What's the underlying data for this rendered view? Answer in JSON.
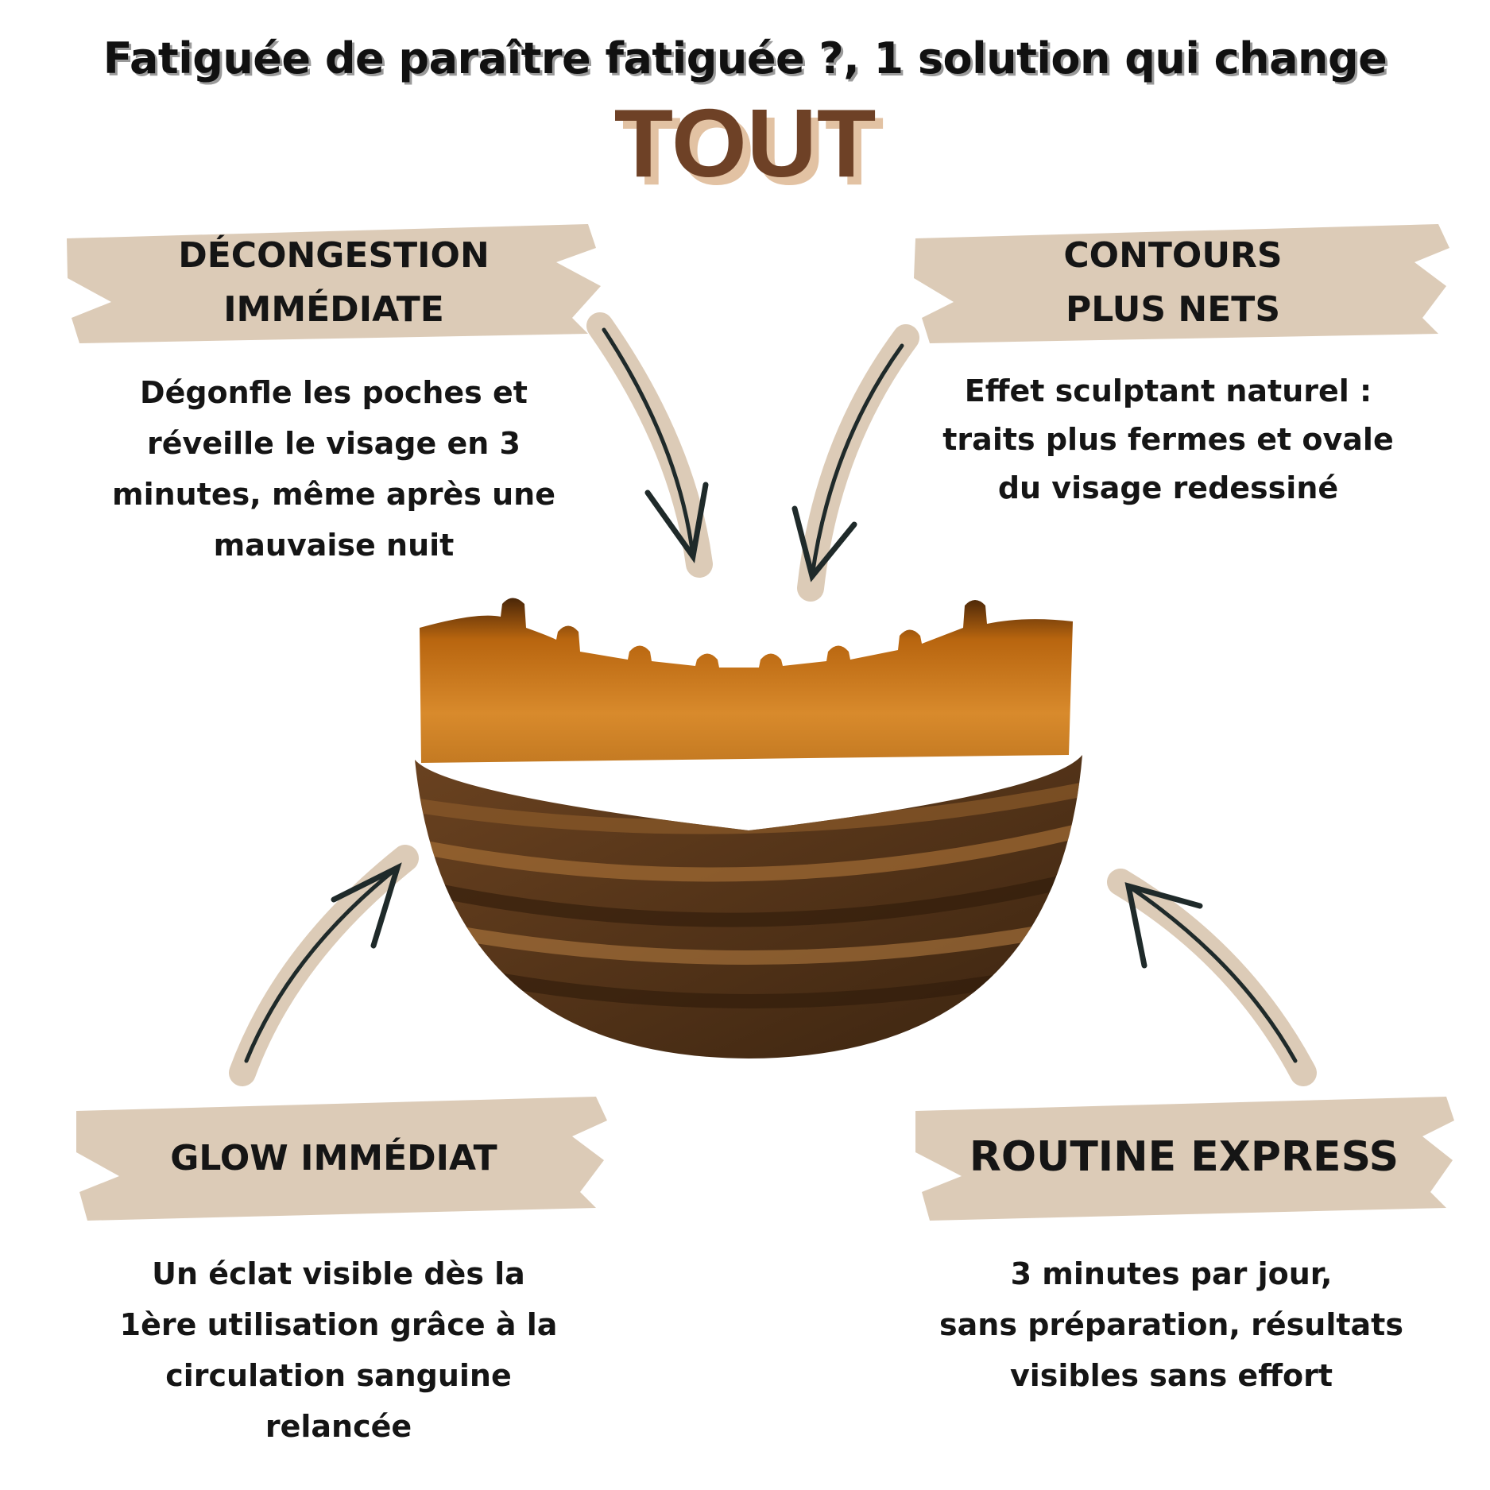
{
  "title": "Fatiguée de paraître fatiguée ?, 1 solution qui change",
  "title_emphasis": "TOUT",
  "features": [
    {
      "heading": [
        "DÉCONGESTION",
        "IMMÉDIATE"
      ],
      "text": [
        "Dégonfle les poches et",
        "réveille le visage en 3",
        "minutes, même après une",
        "mauvaise nuit"
      ]
    },
    {
      "heading": [
        "CONTOURS",
        "PLUS NETS"
      ],
      "text": [
        "Effet sculptant naturel :",
        "traits plus fermes et ovale",
        "du visage redessiné"
      ]
    },
    {
      "heading": [
        "GLOW IMMÉDIAT"
      ],
      "text": [
        "Un éclat visible dès la",
        "1ère utilisation grâce à la",
        "circulation sanguine",
        "relancée"
      ]
    },
    {
      "heading": [
        "ROUTINE EXPRESS"
      ],
      "text": [
        "3 minutes par jour,",
        "sans préparation, résultats",
        "visibles sans effort"
      ]
    }
  ],
  "colors": {
    "accent": "#6e4126",
    "accent_shadow": "#e2c2a3",
    "stroke": "#dccbb7",
    "arrow": "#1f2a2a"
  }
}
